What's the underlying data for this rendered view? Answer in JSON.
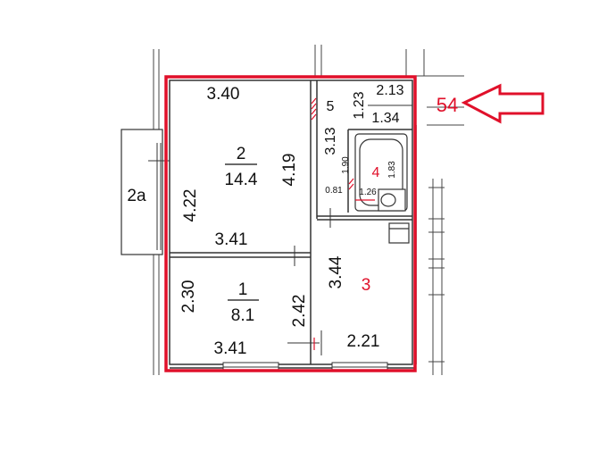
{
  "colors": {
    "highlight": "#e0102a",
    "wall": "#333333",
    "ink": "#111111"
  },
  "apartment": {
    "number": "54",
    "pointer": "arrow-left-icon"
  },
  "rooms": {
    "r2": {
      "number": "2",
      "area": "14.4",
      "width_top": "3.40",
      "width_bottom": "3.41",
      "height_left": "4.22",
      "height_right": "4.19"
    },
    "r1": {
      "number": "1",
      "area": "8.1",
      "width_bottom": "3.41",
      "height_left": "2.30",
      "height_right": "2.42"
    },
    "r5": {
      "number": "5",
      "length": "3.13",
      "width": "1.23",
      "top_length": "2.13",
      "top_length_2": "1.34"
    },
    "r4": {
      "number": "4",
      "height_a": "1.90",
      "height_b": "1.83",
      "width_a": "0.81",
      "width_b": "1.26"
    },
    "r3": {
      "number": "3",
      "height": "3.44",
      "width": "2.21"
    },
    "balcony": {
      "label": "2a"
    }
  }
}
